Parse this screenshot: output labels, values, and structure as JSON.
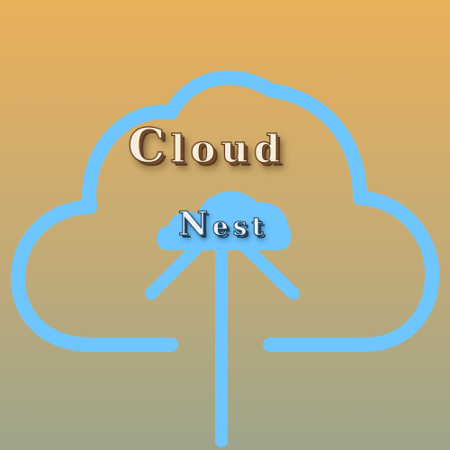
{
  "logo": {
    "word_top": {
      "first": "C",
      "rest": "loud"
    },
    "word_bottom": {
      "first": "N",
      "rest": "est"
    }
  },
  "colors": {
    "background_top": "#e9b05a",
    "background_bottom": "#9ea58a",
    "cloud_stroke": "#6fc6ff",
    "text_cloud": "#f7ecd8",
    "text_nest": "#e9f3fb"
  },
  "icons": [
    "cloud-outline-icon",
    "upload-arrow-icon"
  ]
}
